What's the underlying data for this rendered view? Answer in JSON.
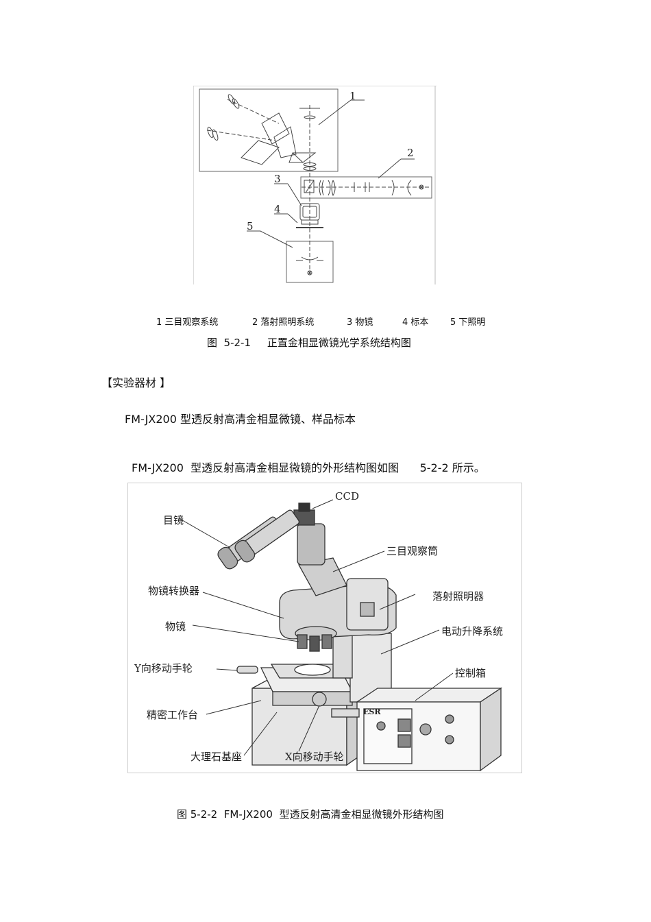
{
  "figure1": {
    "numbers": [
      "1",
      "2",
      "3",
      "4",
      "5"
    ],
    "legend": [
      "1 三目观察系统",
      "2 落射照明系统",
      "3 物镜",
      "4 标本",
      "5 下照明"
    ],
    "caption": "图  5-2-1     正置金相显微镜光学系统结构图"
  },
  "section": {
    "heading": "【实验器材 】"
  },
  "paragraphs": {
    "equipment": "FM-JX200 型透反射高清金相显微镜、样品标本",
    "intro": "FM-JX200  型透反射高清金相显微镜的外形结构图如图      5-2-2 所示。"
  },
  "figure2": {
    "labels": {
      "ccd": "CCD",
      "eyepiece": "目镜",
      "trinocular": "三目观察筒",
      "turret": "物镜转换器",
      "epi_illuminator": "落射照明器",
      "objective": "物镜",
      "lift_system": "电动升降系统",
      "y_knob": "Y向移动手轮",
      "control_box": "控制箱",
      "stage": "精密工作台",
      "base": "大理石基座",
      "x_knob": "X向移动手轮",
      "brand": "ESR"
    },
    "caption": "图 5-2-2  FM-JX200  型透反射高清金相显微镜外形结构图"
  }
}
